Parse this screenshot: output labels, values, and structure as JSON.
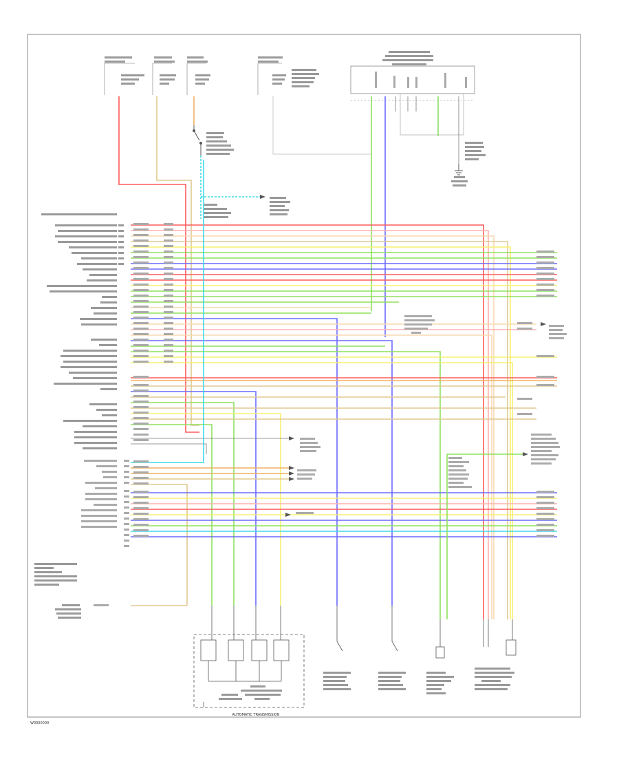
{
  "figure_code": "W0000000",
  "frame_label": "AUTOMATIC TRANSMISSION",
  "colors": {
    "red": "#ff5a5a",
    "tan": "#e0c890",
    "orange": "#f0b060",
    "cyan": "#40d8e8",
    "green": "#8ee05c",
    "blue": "#6a6aff",
    "yellow": "#f6f070",
    "pink": "#ffb0b0",
    "peach": "#f8d8b0",
    "gray": "#999999"
  },
  "icons": [
    "switch-symbol",
    "solenoid-coil",
    "ground-symbol",
    "connector-pin"
  ]
}
